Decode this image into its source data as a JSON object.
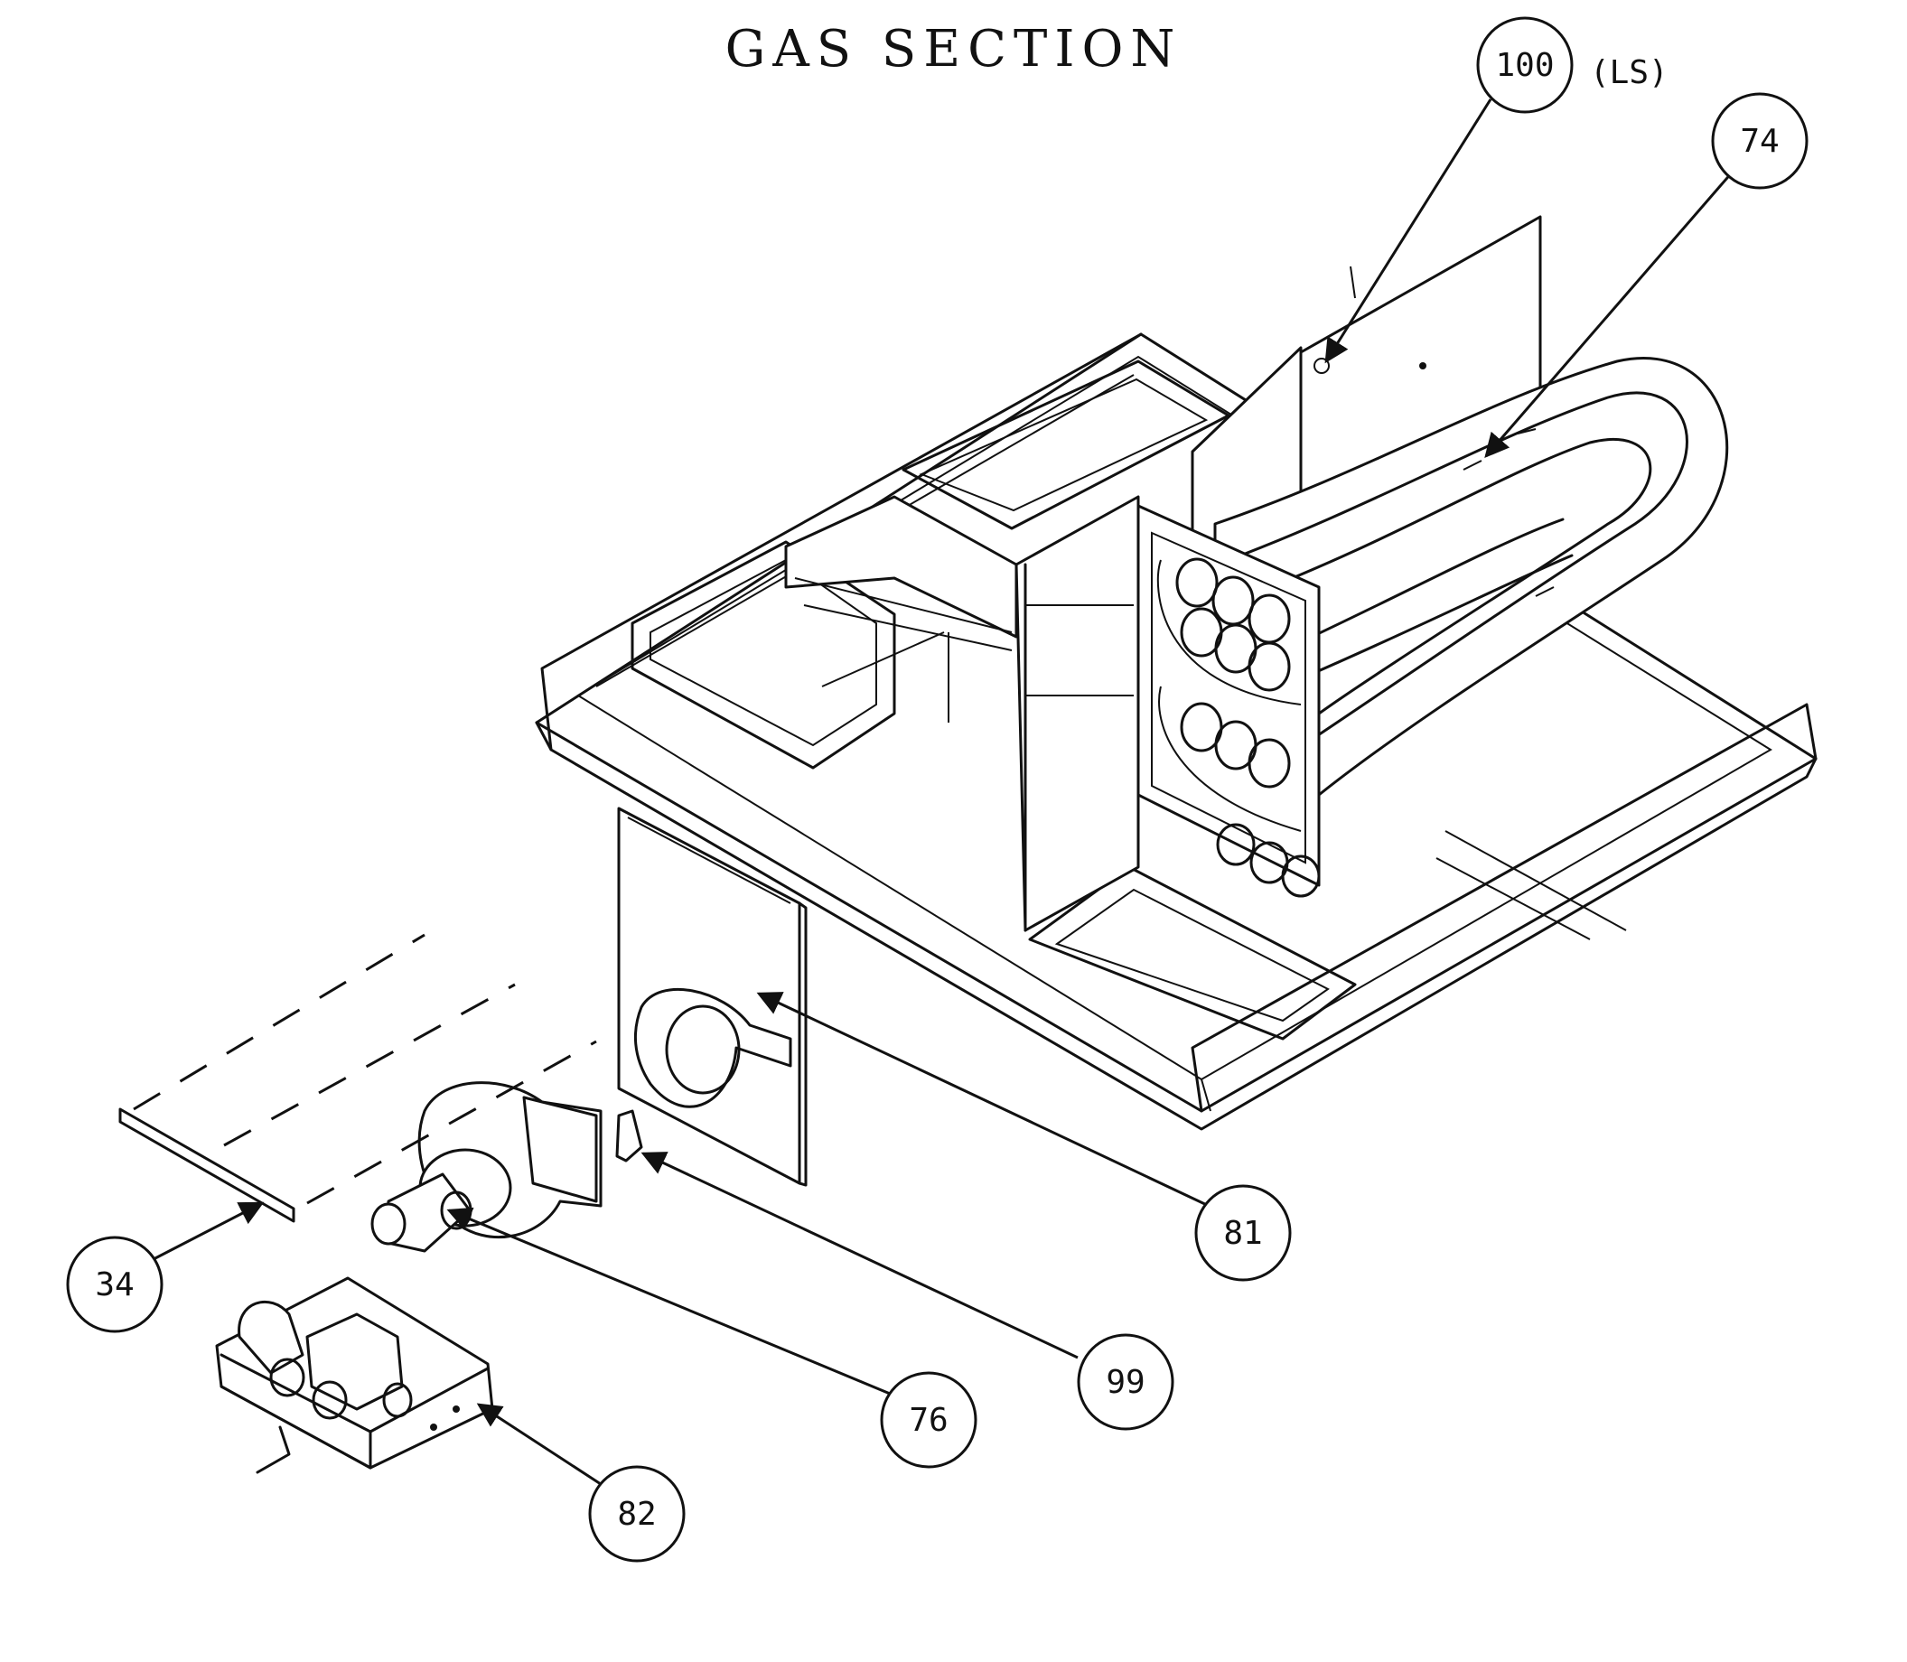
{
  "title": "GAS SECTION",
  "callouts": [
    {
      "label": "100",
      "suffix": "(LS)"
    },
    {
      "label": "74"
    },
    {
      "label": "81"
    },
    {
      "label": "34"
    },
    {
      "label": "99"
    },
    {
      "label": "76"
    },
    {
      "label": "82"
    }
  ]
}
